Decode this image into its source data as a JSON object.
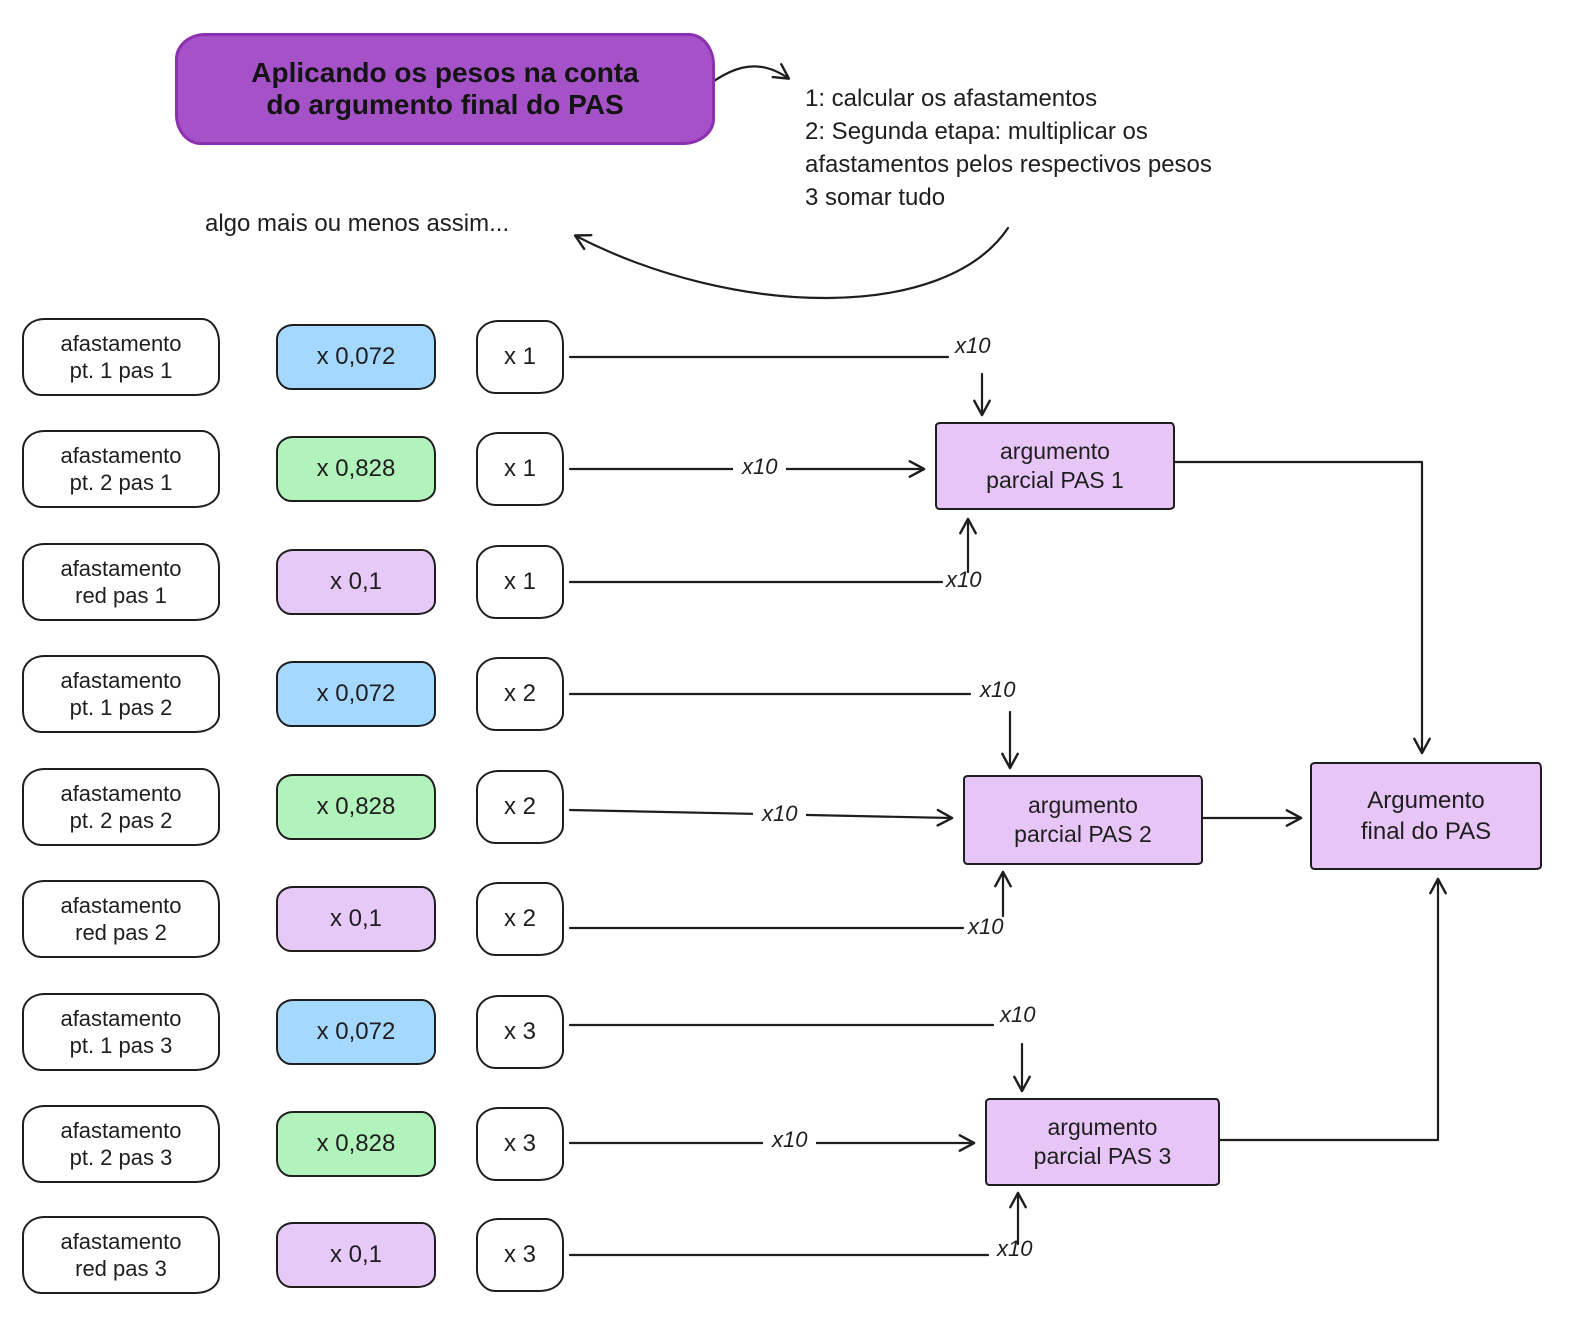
{
  "title": "Aplicando os pesos na conta\ndo argumento final do PAS",
  "steps": "1: calcular os afastamentos\n2: Segunda etapa: multiplicar os\nafastamentos pelos respectivos pesos\n3 somar tudo",
  "note": "algo mais ou menos assim...",
  "colors": {
    "ink": "#1e1e1e",
    "title-bg": "#a552c9",
    "title-border": "#8c2fb0",
    "blue": "#a5d8ff",
    "green": "#b2f2bb",
    "lavender": "#e6c9f7",
    "partial-bg": "#e7c6f7"
  },
  "rows": [
    {
      "label": "afastamento\npt. 1 pas 1",
      "weight": "x 0,072",
      "weight_color": "#a5d8ff",
      "mult": "x 1",
      "gain": "x10"
    },
    {
      "label": "afastamento\npt. 2 pas 1",
      "weight": "x 0,828",
      "weight_color": "#b2f2bb",
      "mult": "x 1",
      "gain": "x10"
    },
    {
      "label": "afastamento\nred pas 1",
      "weight": "x 0,1",
      "weight_color": "#e6c9f7",
      "mult": "x 1",
      "gain": "x10"
    },
    {
      "label": "afastamento\npt. 1 pas 2",
      "weight": "x 0,072",
      "weight_color": "#a5d8ff",
      "mult": "x 2",
      "gain": "x10"
    },
    {
      "label": "afastamento\npt. 2 pas 2",
      "weight": "x 0,828",
      "weight_color": "#b2f2bb",
      "mult": "x 2",
      "gain": "x10"
    },
    {
      "label": "afastamento\nred pas 2",
      "weight": "x 0,1",
      "weight_color": "#e6c9f7",
      "mult": "x 2",
      "gain": "x10"
    },
    {
      "label": "afastamento\npt. 1 pas 3",
      "weight": "x 0,072",
      "weight_color": "#a5d8ff",
      "mult": "x 3",
      "gain": "x10"
    },
    {
      "label": "afastamento\npt. 2 pas 3",
      "weight": "x 0,828",
      "weight_color": "#b2f2bb",
      "mult": "x 3",
      "gain": "x10"
    },
    {
      "label": "afastamento\nred pas 3",
      "weight": "x 0,1",
      "weight_color": "#e6c9f7",
      "mult": "x 3",
      "gain": "x10"
    }
  ],
  "partials": [
    {
      "label": "argumento\nparcial PAS 1"
    },
    {
      "label": "argumento\nparcial PAS 2"
    },
    {
      "label": "argumento\nparcial PAS 3"
    }
  ],
  "final": {
    "label": "Argumento\nfinal do PAS"
  }
}
